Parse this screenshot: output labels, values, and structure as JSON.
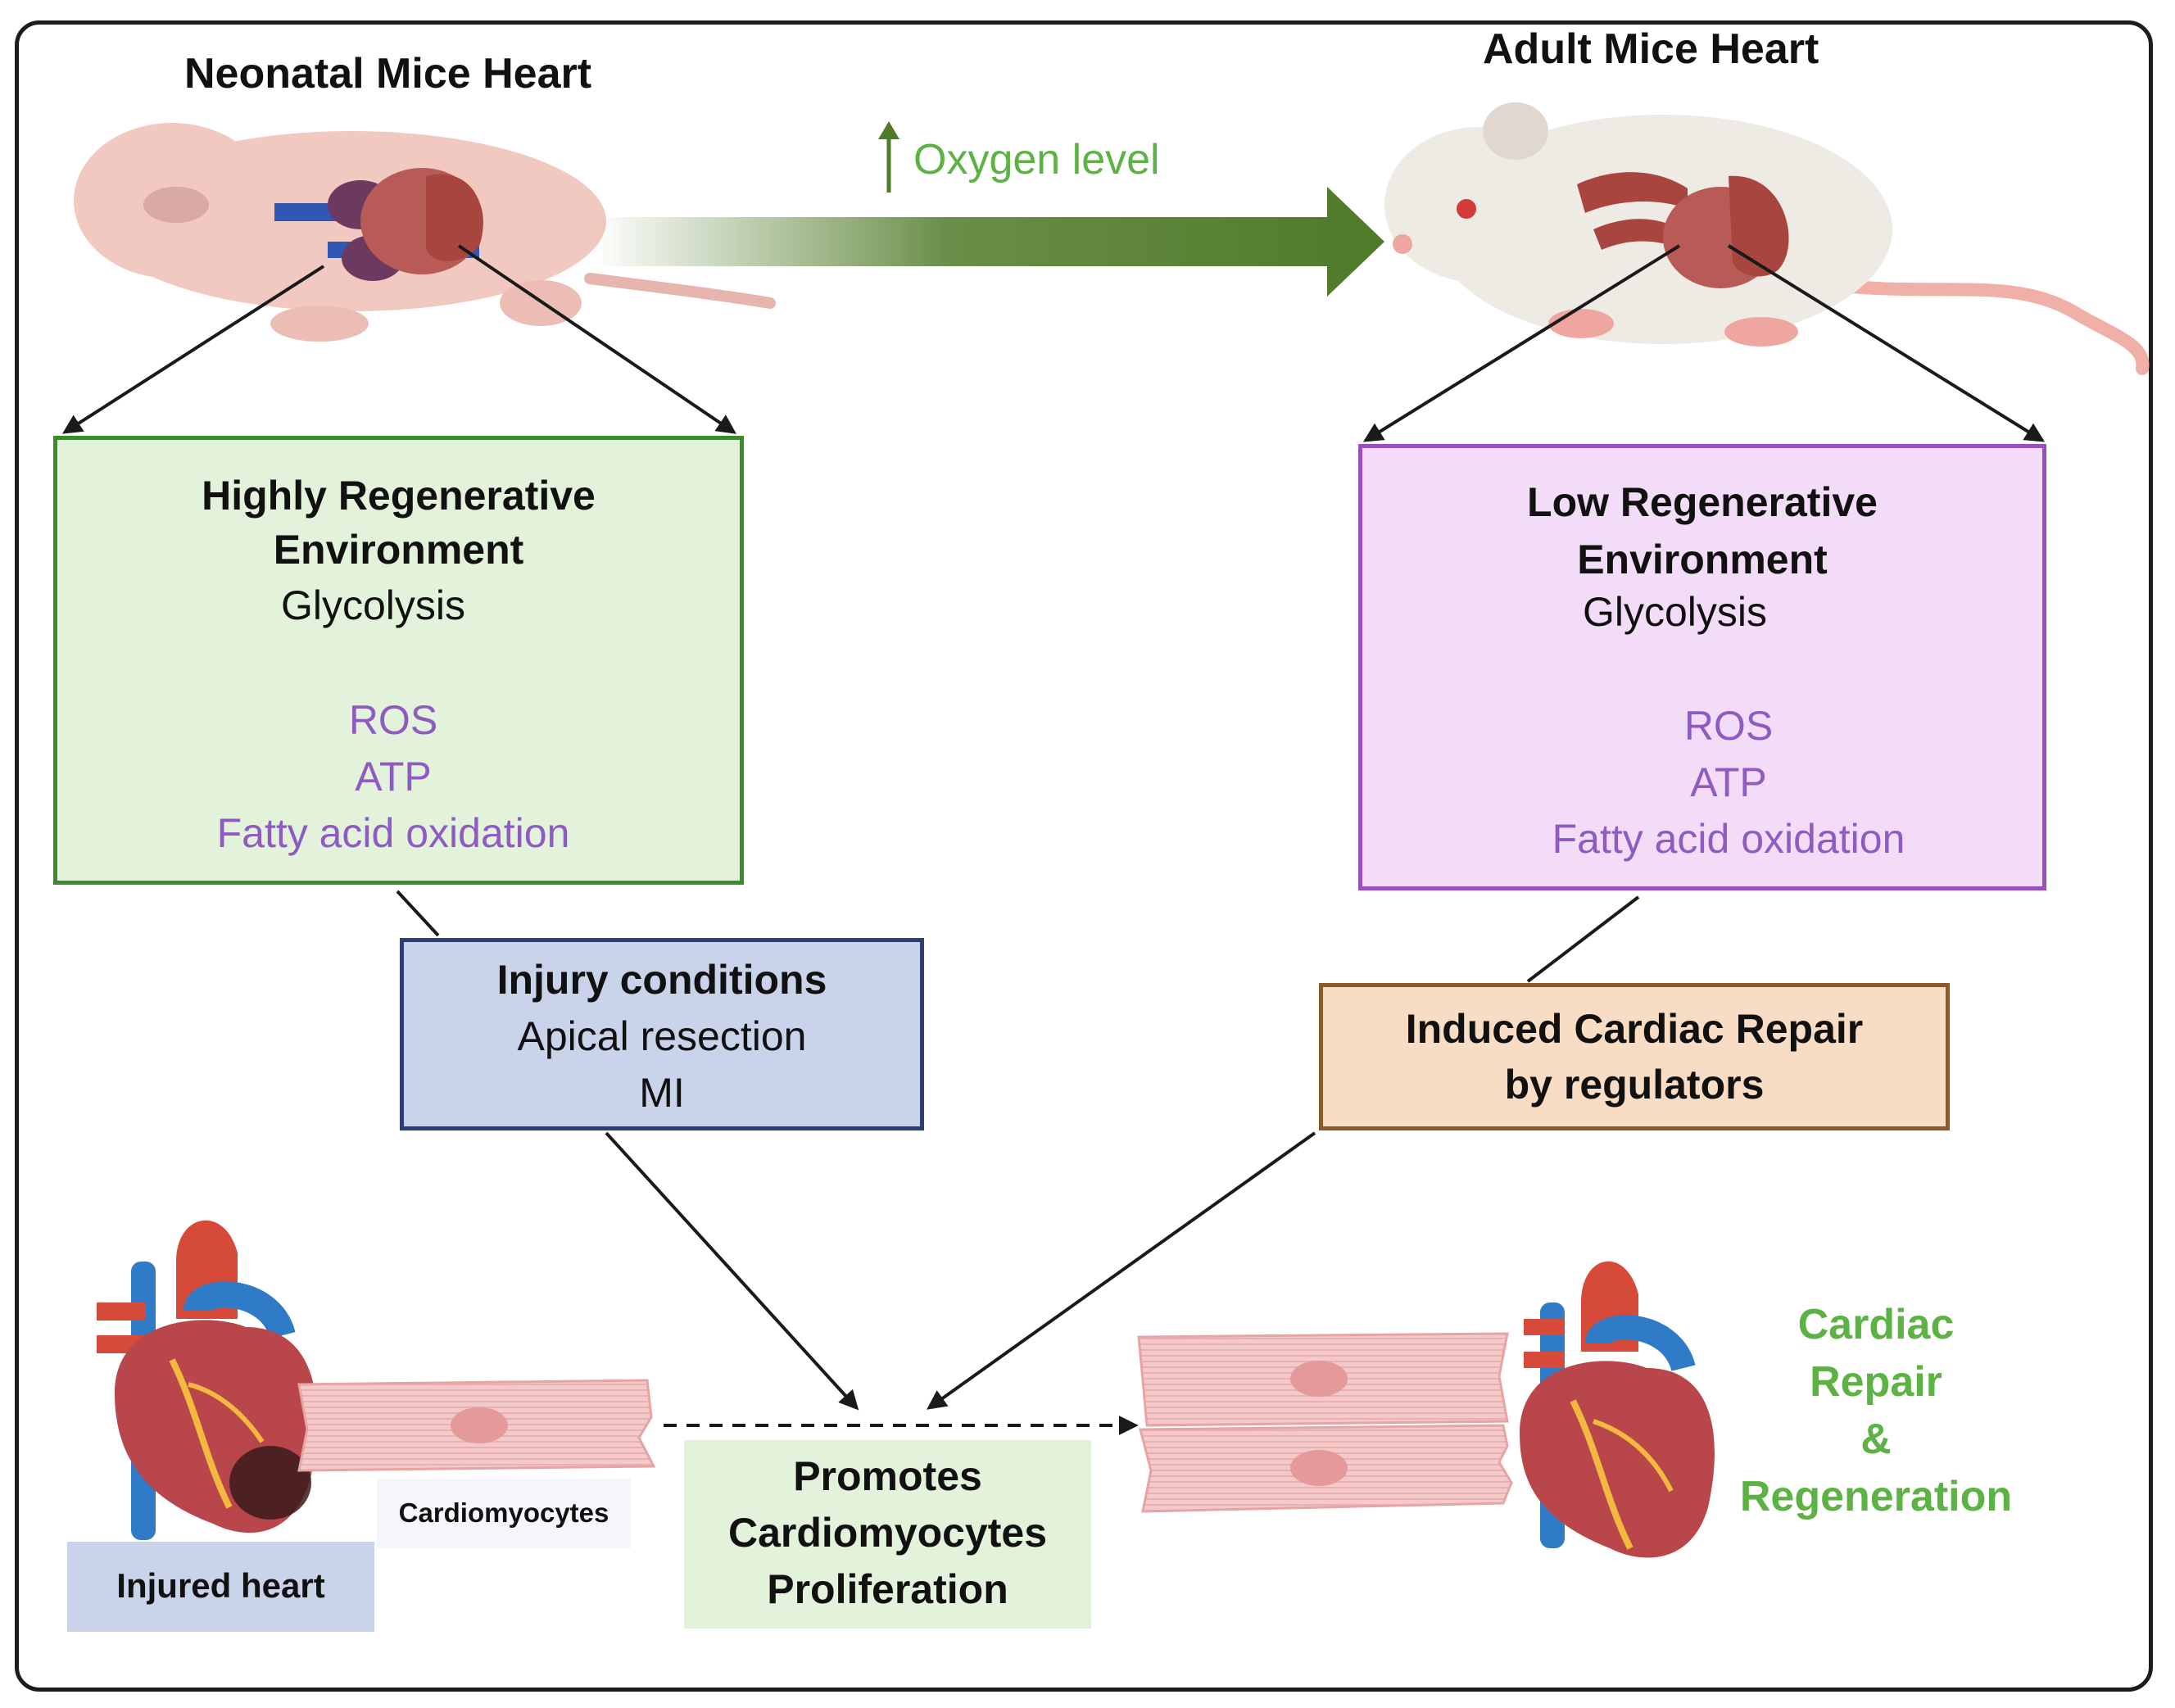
{
  "titles": {
    "neonatal": "Neonatal Mice  Heart",
    "adult": "Adult Mice Heart"
  },
  "oxygen": {
    "label": "Oxygen level"
  },
  "high_box": {
    "title_line1": "Highly Regenerative",
    "title_line2": "Environment",
    "glycolysis": "Glycolysis",
    "ros": "ROS",
    "atp": "ATP",
    "fao": "Fatty acid oxidation"
  },
  "low_box": {
    "title_line1": "Low  Regenerative",
    "title_line2": "Environment",
    "glycolysis": "Glycolysis",
    "ros": "ROS",
    "atp": "ATP",
    "fao": "Fatty acid oxidation"
  },
  "injury_box": {
    "title": "Injury conditions",
    "line1": "Apical resection",
    "line2": "MI"
  },
  "repair_box": {
    "line1": "Induced Cardiac Repair",
    "line2": "by regulators"
  },
  "promote_box": {
    "line1": "Promotes",
    "line2": "Cardiomyocytes",
    "line3": "Proliferation"
  },
  "labels": {
    "cardiomyocytes": "Cardiomyocytes",
    "injured_heart": "Injured heart"
  },
  "outcome": {
    "line1": "Cardiac",
    "line2": "Repair",
    "line3": "&",
    "line4": "Regeneration"
  },
  "colors": {
    "green_box_bg": "#e3f2da",
    "green_box_border": "#3b8a2c",
    "purple_box_bg": "#f3dcf8",
    "purple_box_border": "#9a4ec2",
    "blue_box_bg": "#c9d3ea",
    "orange_box_bg": "#f8dcc4",
    "metabolite_text": "#8e5bc2",
    "outcome_text": "#5cb243",
    "oxygen_arrow": "#4f7a28"
  }
}
